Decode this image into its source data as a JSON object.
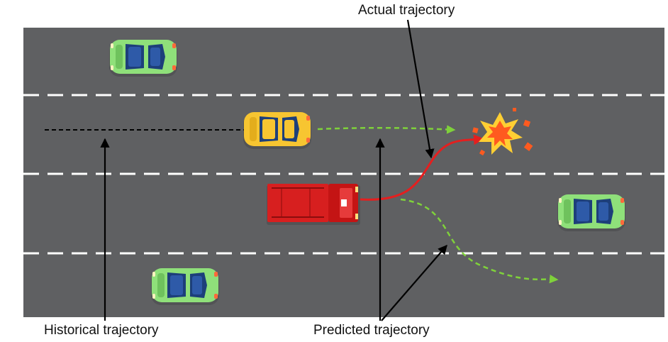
{
  "labels": {
    "actual": "Actual trajectory",
    "historical": "Historical trajectory",
    "predicted": "Predicted trajectory"
  },
  "colors": {
    "road": "#5f6062",
    "lane_marking": "#ffffff",
    "green_car": "#8fe07a",
    "yellow_car": "#f7c531",
    "fire_truck": "#d71f1f",
    "predicted_path": "#7fd13b",
    "actual_path": "#e41f1f",
    "historical_path": "#000000",
    "explosion_outer": "#ffcf33",
    "explosion_inner": "#ff5a1f"
  },
  "icons": [
    "green-car-icon",
    "yellow-car-icon",
    "fire-truck-icon",
    "collision-explosion-icon"
  ]
}
